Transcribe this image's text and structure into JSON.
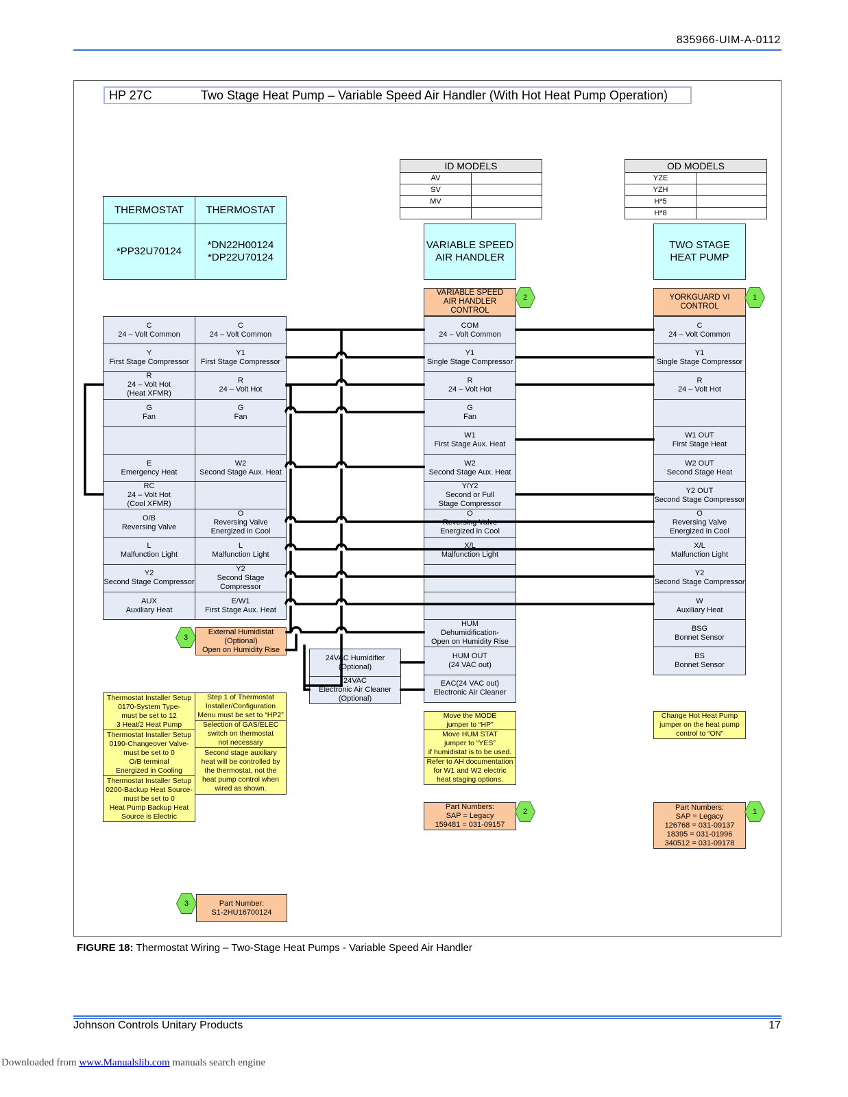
{
  "header": {
    "doc_id": "835966-UIM-A-0112"
  },
  "title": {
    "model": "HP 27C",
    "text": "Two Stage Heat Pump – Variable Speed Air Handler (With Hot Heat Pump Operation)"
  },
  "id_models": {
    "header": "ID MODELS",
    "rows": [
      "AV",
      "SV",
      "MV",
      ""
    ]
  },
  "od_models": {
    "header": "OD MODELS",
    "rows": [
      "YZE",
      "YZH",
      "H*5",
      "H*8"
    ]
  },
  "thermostats": [
    {
      "label": "THERMOSTAT",
      "model": "*PP32U70124"
    },
    {
      "label": "THERMOSTAT",
      "model": "*DN22H00124\n*DP22U70124"
    }
  ],
  "air_handler": {
    "label": "VARIABLE SPEED\nAIR HANDLER",
    "control": "VARIABLE SPEED\nAIR HANDLER CONTROL",
    "badge": "2"
  },
  "heat_pump": {
    "label": "TWO STAGE\nHEAT PUMP",
    "control": "YORKGUARD VI\nCONTROL",
    "badge": "1"
  },
  "tstat1_terminals": [
    "C\n24 – Volt Common",
    "Y\nFirst Stage Compressor",
    "R\n24 – Volt Hot\n(Heat XFMR)",
    "G\nFan",
    "",
    "E\nEmergency Heat",
    "RC\n24 – Volt Hot\n(Cool XFMR)",
    "O/B\nReversing Valve",
    "L\nMalfunction Light",
    "Y2\nSecond Stage Compressor",
    "AUX\nAuxiliary Heat"
  ],
  "tstat2_terminals": [
    "C\n24 – Volt Common",
    "Y1\nFirst Stage Compressor",
    "R\n24 – Volt Hot",
    "G\nFan",
    "",
    "W2\nSecond Stage Aux. Heat",
    "",
    "O\nReversing Valve\nEnergized in Cool",
    "L\nMalfunction Light",
    "Y2\nSecond Stage Compressor",
    "E/W1\nFirst Stage Aux. Heat"
  ],
  "ah_terminals": [
    "COM\n24 – Volt Common",
    "Y1\nSingle Stage Compressor",
    "R\n24 – Volt Hot",
    "G\nFan",
    "W1\nFirst Stage Aux. Heat",
    "W2\nSecond Stage Aux. Heat",
    "Y/Y2\nSecond or Full\nStage Compressor",
    "O\nReversing Valve\nEnergized in Cool",
    "X/L\nMalfunction Light",
    "",
    "",
    "HUM\nDehumidification-\nOpen on Humidity Rise",
    "HUM OUT\n(24 VAC out)",
    "EAC(24 VAC out)\nElectronic Air Cleaner"
  ],
  "hp_terminals": [
    "C\n24 – Volt Common",
    "Y1\nSingle Stage Compressor",
    "R\n24 – Volt Hot",
    "",
    "W1 OUT\nFirst Stage Heat",
    "W2 OUT\nSecond Stage Heat",
    "Y2 OUT\nSecond Stage Compressor",
    "O\nReversing Valve\nEnergized in Cool",
    "X/L\nMalfunction Light",
    "Y2\nSecond Stage Compressor",
    "W\nAuxiliary Heat",
    "BSG\nBonnet Sensor",
    "BS\nBonnet Sensor"
  ],
  "humidistat": {
    "text": "External Humidistat\n(Optional)\nOpen on Humidity Rise",
    "badge": "3"
  },
  "humidifier": "24VAC Humidifier\n(Optional)",
  "air_cleaner": "24VAC\nElectronic Air Cleaner\n(Optional)",
  "notes_tstat1": [
    "Thermostat Installer Setup\n0170-System Type-\nmust be set to 12\n3 Heat/2 Heat Pump",
    "Thermostat Installer Setup\n0190-Changeover Valve-\nmust be set to 0\nO/B terminal\nEnergized in Cooling",
    "Thermostat Installer Setup\n0200-Backup Heat Source-\nmust be set to 0\nHeat Pump Backup Heat\nSource is Electric"
  ],
  "notes_tstat2": [
    "Step 1 of Thermostat\nInstaller/Configuration\nMenu must be set to “HP2”",
    "Selection of GAS/ELEC\nswitch on thermostat\nnot necessary",
    "Second stage auxiliary\nheat will be controlled by\nthe thermostat, not the\nheat pump control when\nwired as shown."
  ],
  "notes_ah": [
    "Move the MODE\njumper to “HP”",
    "Move HUM STAT\njumper to “YES”\nif humidistat is to be used.",
    "Refer to AH documentation\nfor W1 and W2 electric\nheat staging options."
  ],
  "note_hp": "Change Hot Heat Pump\njumper on the heat pump\ncontrol to “ON”",
  "parts_ah": {
    "text": "Part Numbers:\nSAP   =   Legacy\n159481  =  031-09157",
    "badge": "2"
  },
  "parts_hp": {
    "text": "Part Numbers:\nSAP   =   Legacy\n126768 = 031-09137\n18395   = 031-01996\n340512 = 031-09178",
    "badge": "1"
  },
  "parts_hum": {
    "text": "Part Number:\nS1-2HU16700124",
    "badge": "3"
  },
  "caption": {
    "label": "FIGURE 18:",
    "text": "Thermostat Wiring – Two-Stage Heat Pumps - Variable Speed Air Handler"
  },
  "footer": {
    "company": "Johnson Controls Unitary Products",
    "page": "17"
  },
  "download": {
    "prefix": "Downloaded from",
    "link": "www.Manualslib.com",
    "suffix": " manuals search engine"
  }
}
